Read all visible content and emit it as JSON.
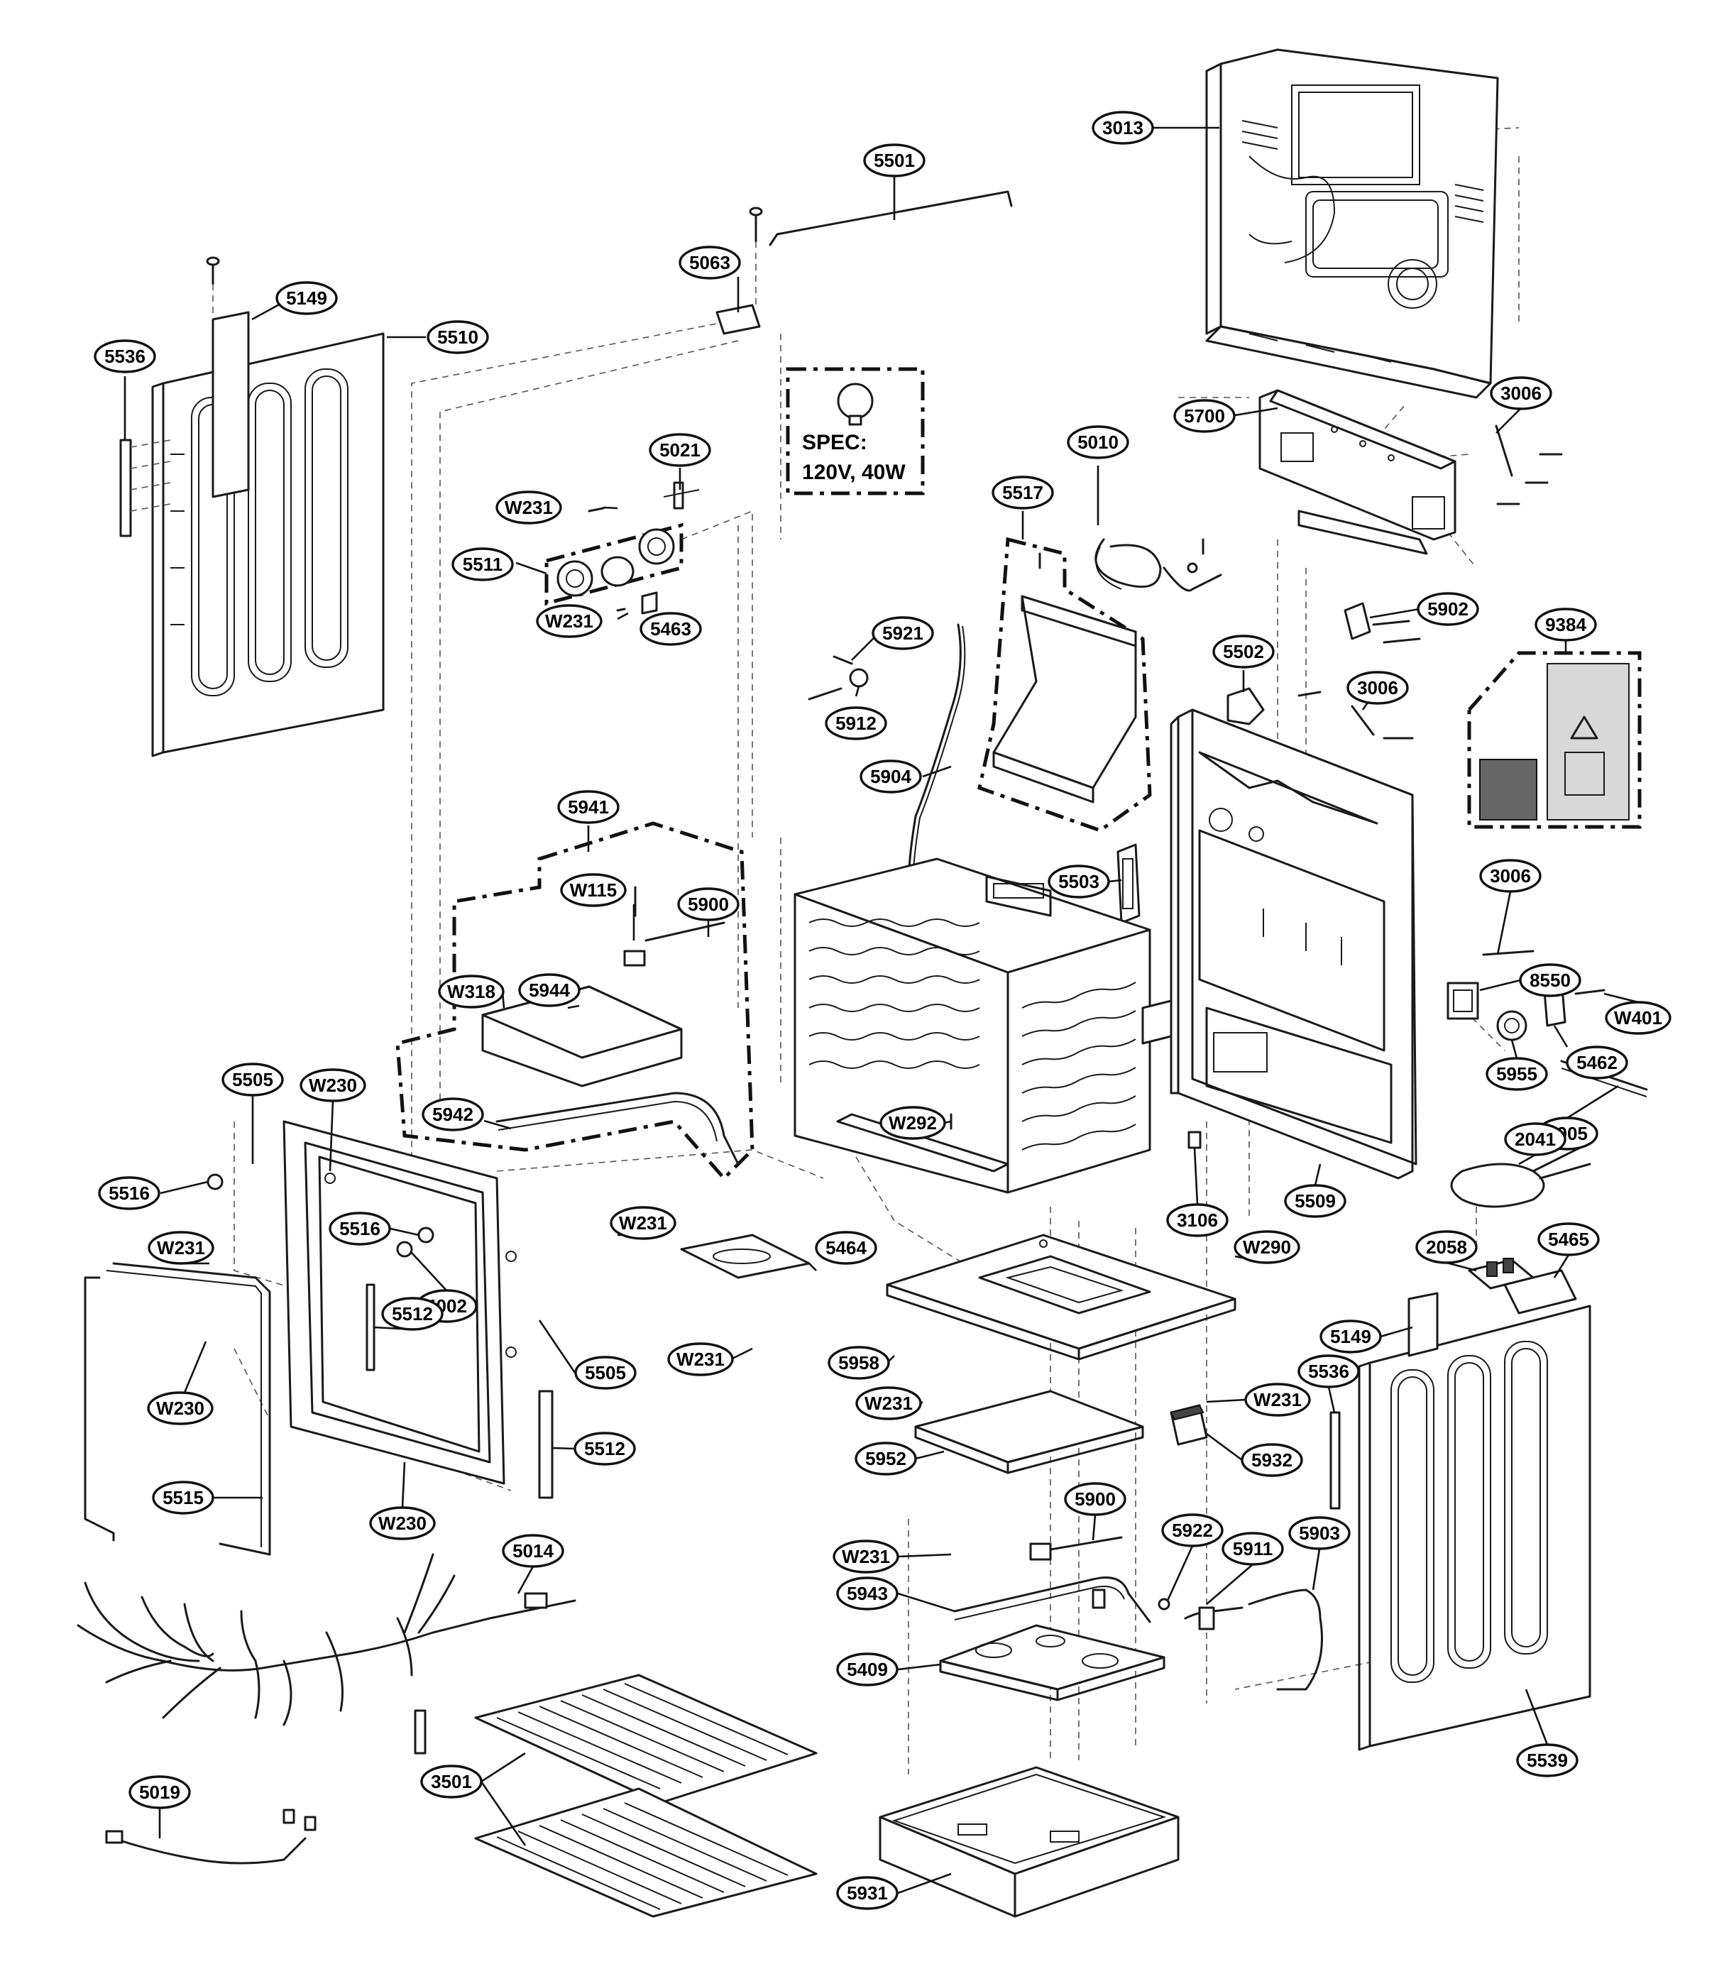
{
  "spec": {
    "line1": "SPEC:",
    "line2": "120V, 40W"
  },
  "callouts": [
    {
      "id": "c3013",
      "label": "3013"
    },
    {
      "id": "c5501",
      "label": "5501"
    },
    {
      "id": "c5063",
      "label": "5063"
    },
    {
      "id": "c5149a",
      "label": "5149"
    },
    {
      "id": "c5510",
      "label": "5510"
    },
    {
      "id": "c5536a",
      "label": "5536"
    },
    {
      "id": "c5700",
      "label": "5700"
    },
    {
      "id": "c3006a",
      "label": "3006"
    },
    {
      "id": "c5010",
      "label": "5010"
    },
    {
      "id": "c5021",
      "label": "5021"
    },
    {
      "id": "cW231a",
      "label": "W231"
    },
    {
      "id": "c5511",
      "label": "5511"
    },
    {
      "id": "cW231b",
      "label": "W231"
    },
    {
      "id": "c5463",
      "label": "5463"
    },
    {
      "id": "c5517",
      "label": "5517"
    },
    {
      "id": "c5902",
      "label": "5902"
    },
    {
      "id": "c9384",
      "label": "9384"
    },
    {
      "id": "c5921",
      "label": "5921"
    },
    {
      "id": "c5912",
      "label": "5912"
    },
    {
      "id": "c5502",
      "label": "5502"
    },
    {
      "id": "c3006b",
      "label": "3006"
    },
    {
      "id": "c5904",
      "label": "5904"
    },
    {
      "id": "c5941",
      "label": "5941"
    },
    {
      "id": "c5503",
      "label": "5503"
    },
    {
      "id": "cW115",
      "label": "W115"
    },
    {
      "id": "c5900a",
      "label": "5900"
    },
    {
      "id": "c3006c",
      "label": "3006"
    },
    {
      "id": "c8550",
      "label": "8550"
    },
    {
      "id": "cW318",
      "label": "W318"
    },
    {
      "id": "c5944",
      "label": "5944"
    },
    {
      "id": "cW401",
      "label": "W401"
    },
    {
      "id": "c5462",
      "label": "5462"
    },
    {
      "id": "c5955",
      "label": "5955"
    },
    {
      "id": "c5505a",
      "label": "5505"
    },
    {
      "id": "cW230a",
      "label": "W230"
    },
    {
      "id": "c5942",
      "label": "5942"
    },
    {
      "id": "cW292",
      "label": "W292"
    },
    {
      "id": "c5905",
      "label": "5905"
    },
    {
      "id": "c5516a",
      "label": "5516"
    },
    {
      "id": "c2041",
      "label": "2041"
    },
    {
      "id": "c5516b",
      "label": "5516"
    },
    {
      "id": "cW231c",
      "label": "W231"
    },
    {
      "id": "c3106",
      "label": "3106"
    },
    {
      "id": "c5509",
      "label": "5509"
    },
    {
      "id": "cW231d",
      "label": "W231"
    },
    {
      "id": "c4002",
      "label": "4002"
    },
    {
      "id": "c5464",
      "label": "5464"
    },
    {
      "id": "cW290",
      "label": "W290"
    },
    {
      "id": "c2058",
      "label": "2058"
    },
    {
      "id": "c5465",
      "label": "5465"
    },
    {
      "id": "c5512a",
      "label": "5512"
    },
    {
      "id": "cW231e",
      "label": "W231"
    },
    {
      "id": "c5958",
      "label": "5958"
    },
    {
      "id": "c5149b",
      "label": "5149"
    },
    {
      "id": "c5505b",
      "label": "5505"
    },
    {
      "id": "cW230b",
      "label": "W230"
    },
    {
      "id": "cW231f",
      "label": "W231"
    },
    {
      "id": "cW231g",
      "label": "W231"
    },
    {
      "id": "c5536b",
      "label": "5536"
    },
    {
      "id": "c5512b",
      "label": "5512"
    },
    {
      "id": "c5952",
      "label": "5952"
    },
    {
      "id": "c5932",
      "label": "5932"
    },
    {
      "id": "c5515",
      "label": "5515"
    },
    {
      "id": "cW230c",
      "label": "W230"
    },
    {
      "id": "c5900b",
      "label": "5900"
    },
    {
      "id": "c5922",
      "label": "5922"
    },
    {
      "id": "c5911",
      "label": "5911"
    },
    {
      "id": "c5903",
      "label": "5903"
    },
    {
      "id": "c5014",
      "label": "5014"
    },
    {
      "id": "cW231h",
      "label": "W231"
    },
    {
      "id": "c5943",
      "label": "5943"
    },
    {
      "id": "c5409",
      "label": "5409"
    },
    {
      "id": "c3501",
      "label": "3501"
    },
    {
      "id": "c5539",
      "label": "5539"
    },
    {
      "id": "c5019",
      "label": "5019"
    },
    {
      "id": "c5931",
      "label": "5931"
    }
  ]
}
